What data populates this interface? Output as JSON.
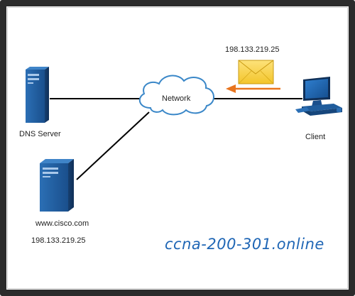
{
  "cloud": {
    "label": "Network"
  },
  "dns_server": {
    "label": "DNS Server"
  },
  "web_server": {
    "hostname": "www.cisco.com",
    "ip": "198.133.219.25"
  },
  "client": {
    "label": "Client"
  },
  "message": {
    "ip": "198.133.219.25"
  },
  "watermark": "ccna-200-301.online",
  "colors": {
    "server": "#1f4f8a",
    "cloud_stroke": "#3a87c8",
    "arrow": "#e8741e",
    "envelope": "#f7cf3a",
    "watermark": "#1f66b5"
  }
}
